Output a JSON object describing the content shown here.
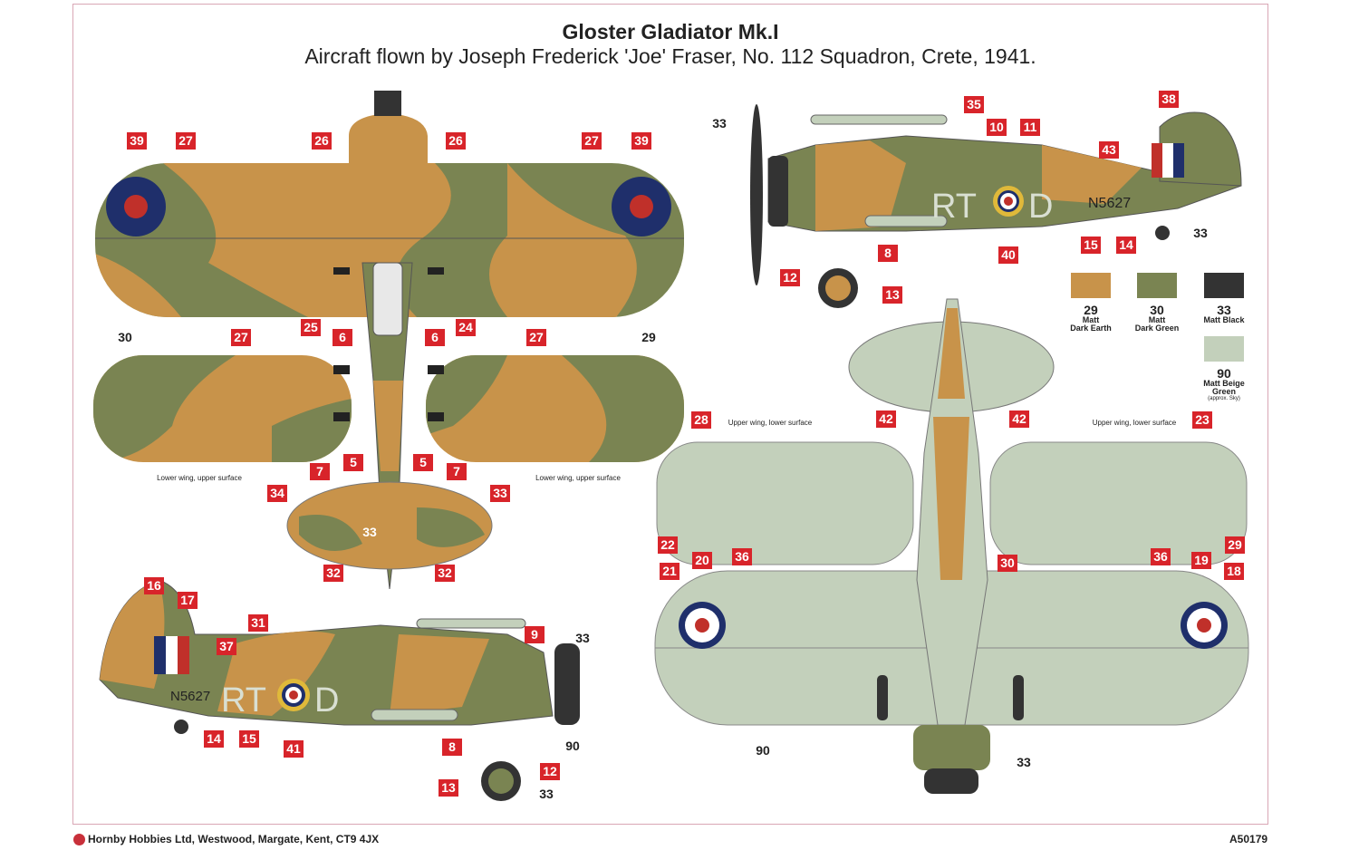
{
  "title": "Gloster Gladiator Mk.I",
  "subtitle": "Aircraft flown by Joseph Frederick 'Joe' Fraser, No. 112 Squadron, Crete, 1941.",
  "captions": {
    "lower_wing_left": "Lower wing, upper surface",
    "lower_wing_right": "Lower wing, upper surface",
    "upper_wing_lower_left": "Upper wing, lower surface",
    "upper_wing_lower_right": "Upper wing, lower surface"
  },
  "markings": {
    "code_letters": "RT",
    "code_letter_2": "D",
    "serial": "N5627"
  },
  "callouts": [
    "39",
    "27",
    "26",
    "26",
    "27",
    "39",
    "25",
    "24",
    "27",
    "6",
    "6",
    "27",
    "5",
    "7",
    "5",
    "7",
    "34",
    "33",
    "32",
    "32",
    "35",
    "10",
    "11",
    "38",
    "43",
    "15",
    "14",
    "40",
    "8",
    "12",
    "13",
    "42",
    "42",
    "28",
    "23",
    "22",
    "29",
    "30",
    "20",
    "36",
    "36",
    "19",
    "18",
    "21",
    "16",
    "17",
    "31",
    "37",
    "9",
    "14",
    "15",
    "41",
    "8",
    "12",
    "13"
  ],
  "paint_refs": [
    "30",
    "29",
    "33",
    "33",
    "33",
    "90",
    "33",
    "90",
    "33",
    "33"
  ],
  "legend": [
    {
      "num": "29",
      "name": "Matt Dark Earth",
      "line1": "Matt",
      "line2": "Dark Earth",
      "color": "#c8934a"
    },
    {
      "num": "30",
      "name": "Matt Dark Green",
      "line1": "Matt",
      "line2": "Dark Green",
      "color": "#7a8452"
    },
    {
      "num": "33",
      "name": "Matt Black",
      "line1": "Matt Black",
      "line2": "",
      "color": "#333333"
    },
    {
      "num": "90",
      "name": "Matt Beige Green",
      "line1": "Matt Beige",
      "line2": "Green",
      "note": "(approx. Sky)",
      "color": "#c3d0bb"
    }
  ],
  "footer": {
    "company": "Hornby Hobbies Ltd, Westwood, Margate, Kent, CT9 4JX",
    "code": "A50179"
  }
}
